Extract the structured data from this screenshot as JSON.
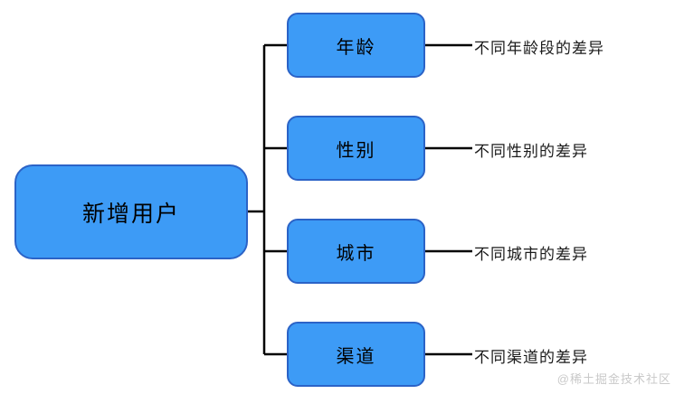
{
  "diagram": {
    "root": {
      "label": "新增用户"
    },
    "branches": [
      {
        "node": "年龄",
        "leaf": "不同年龄段的差异"
      },
      {
        "node": "性别",
        "leaf": "不同性别的差异"
      },
      {
        "node": "城市",
        "leaf": "不同城市的差异"
      },
      {
        "node": "渠道",
        "leaf": "不同渠道的差异"
      }
    ],
    "colors": {
      "node_fill": "#3d9bf6",
      "node_border": "#2b63c7",
      "connector": "#000000",
      "text": "#000000",
      "background": "#ffffff",
      "watermark": "#c9c9c9"
    }
  },
  "watermark": {
    "text": "@稀土掘金技术社区"
  }
}
